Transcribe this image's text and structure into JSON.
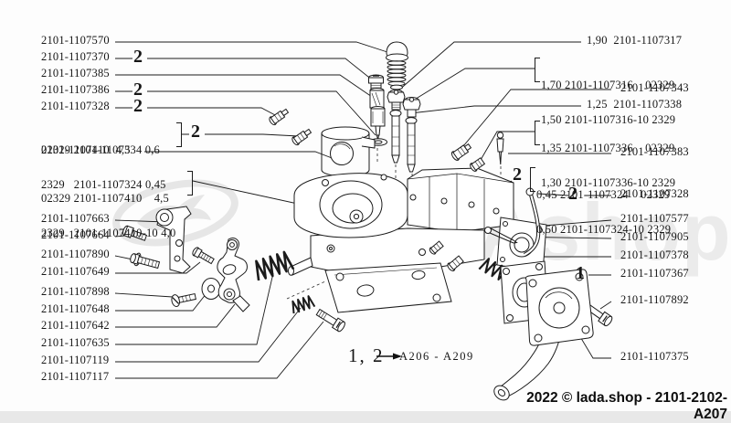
{
  "watermark": {
    "text": "LADAshop"
  },
  "footer": {
    "text": "2022 © lada.shop - 2101-2102-A207"
  },
  "note": {
    "callout": "1, 2",
    "ref": "A206 - A209"
  },
  "left_labels": [
    {
      "text": "2101-1107570"
    },
    {
      "text": "2101-1107370",
      "qty": "2"
    },
    {
      "text": "2101-1107385"
    },
    {
      "text": "2101-1107386",
      "qty": "2"
    },
    {
      "text": "2101-1107328",
      "qty": "2"
    },
    {
      "lines": [
        "02329 2101-1107334 0,6",
        "2329   2101-1107324 0,45"
      ],
      "qty": "2"
    },
    {
      "text": "2101-1107410  4,5"
    },
    {
      "lines": [
        "02329 2101-1107410    4,5",
        "2329   2101-1107410-10 4,0"
      ]
    },
    {
      "text": "2101-1107663"
    },
    {
      "text": "2101-1107664"
    },
    {
      "text": "2101-1107890"
    },
    {
      "text": "2101-1107649"
    },
    {
      "text": "2101-1107898"
    },
    {
      "text": "2101-1107648"
    },
    {
      "text": "2101-1107642"
    },
    {
      "text": "2101-1107635"
    },
    {
      "text": "2101-1107119"
    },
    {
      "text": "2101-1107117"
    }
  ],
  "right_labels": [
    {
      "text": "1,90  2101-1107317"
    },
    {
      "lines": [
        "1,70 2101-1107316    02329",
        "1,50 2101-1107316-10 2329"
      ]
    },
    {
      "text": "2101-1107343"
    },
    {
      "text": "1,25  2101-1107338"
    },
    {
      "lines": [
        "1,35 2101-1107336    02329",
        "1,30 2101-1107336-10 2329"
      ]
    },
    {
      "text": "2101-1107383"
    },
    {
      "lines": [
        "0,45 2101-1107324    02329",
        "0,50 2101-1107324-10 2329"
      ],
      "qty": "2"
    },
    {
      "text": "2101-1107328",
      "qty": "2"
    },
    {
      "text": "2101-1107577"
    },
    {
      "text": "2101-1107905"
    },
    {
      "text": "2101-1107378"
    },
    {
      "text": "2101-1107367",
      "qty": "1"
    },
    {
      "text": "2101-1107892"
    },
    {
      "text": "2101-1107375"
    }
  ]
}
